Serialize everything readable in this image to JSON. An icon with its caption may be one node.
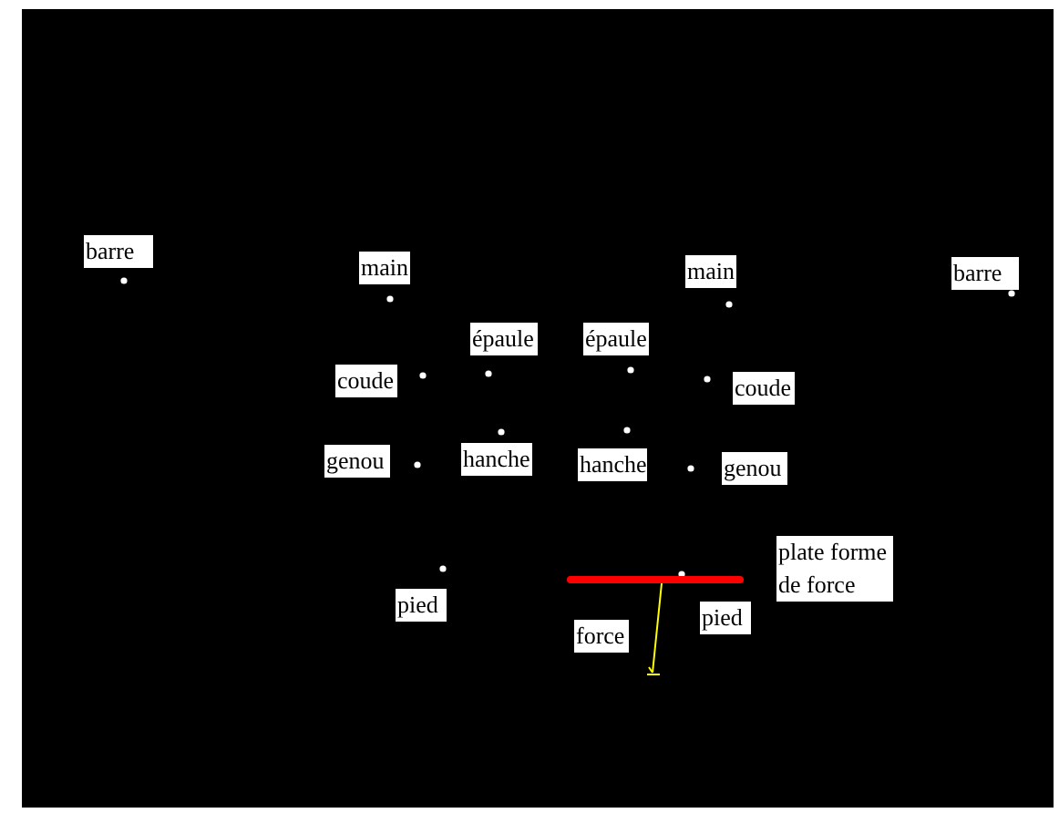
{
  "diagram": {
    "labels": [
      "barre",
      "main",
      "main",
      "barre",
      "épaule",
      "épaule",
      "coude",
      "coude",
      "genou",
      "hanche",
      "hanche",
      "genou",
      "plate forme de force",
      "pied",
      "pied",
      "force"
    ]
  }
}
